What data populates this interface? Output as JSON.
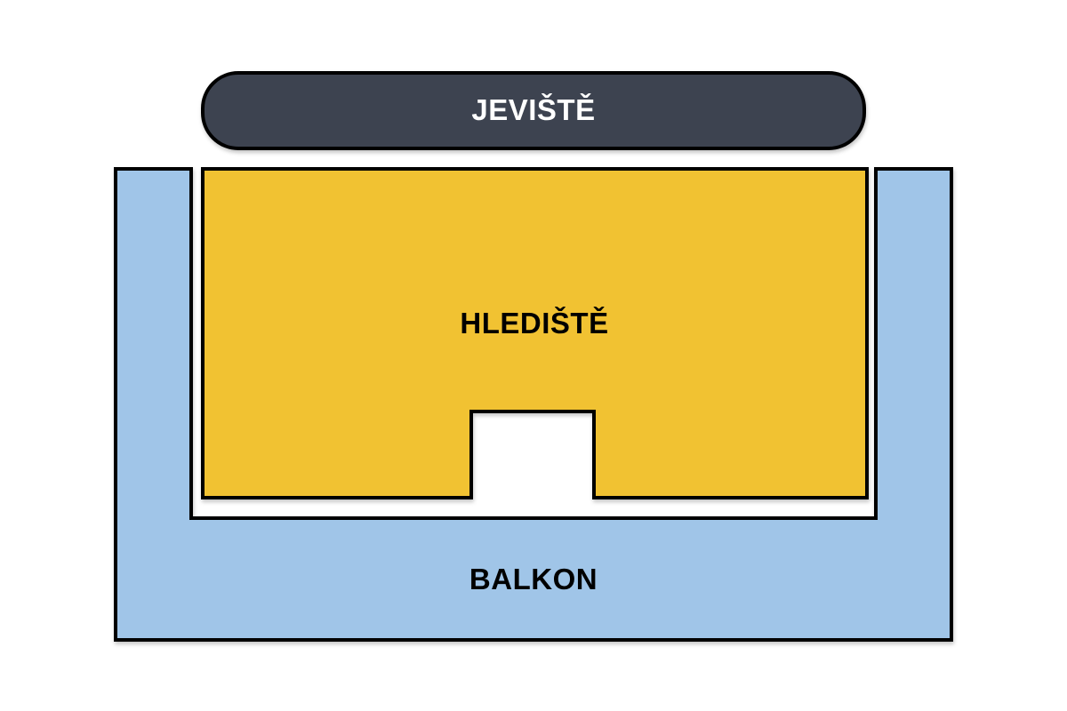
{
  "diagram": {
    "type": "theater-seating-plan",
    "background": "#ffffff",
    "outline_color": "#000000",
    "regions": {
      "stage": {
        "label": "JEVIŠTĚ",
        "fill": "#3d4350",
        "text_color": "#ffffff"
      },
      "auditorium": {
        "label": "HLEDIŠTĚ",
        "fill": "#f1c232",
        "text_color": "#000000"
      },
      "balcony": {
        "label": "BALKON",
        "fill": "#a0c5e8",
        "text_color": "#000000"
      }
    }
  }
}
